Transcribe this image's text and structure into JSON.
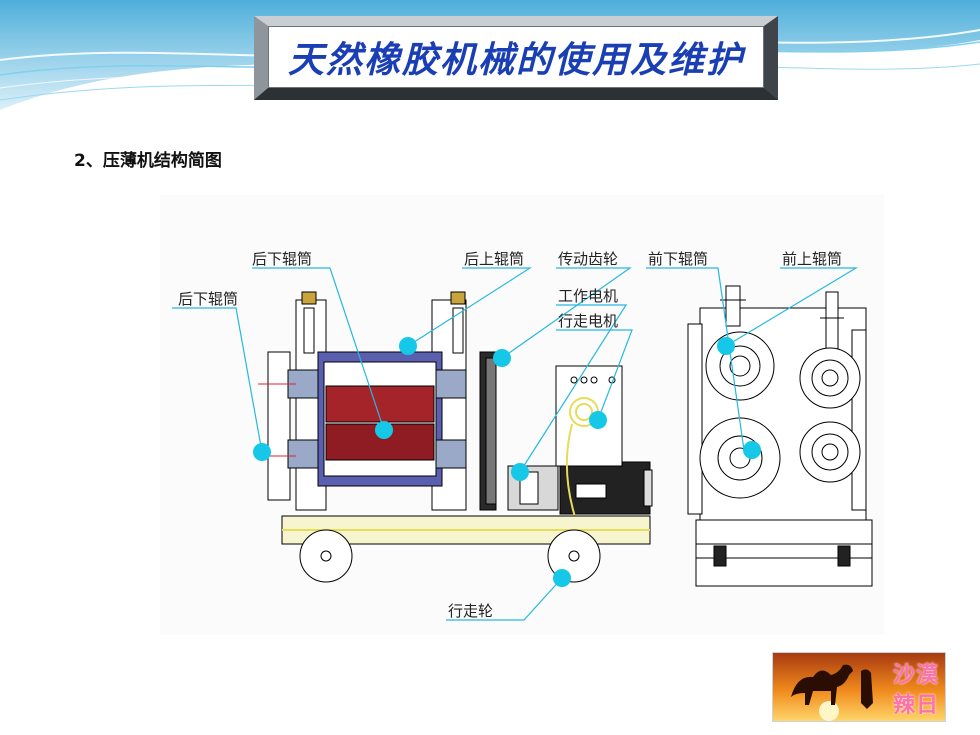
{
  "slide": {
    "title": "天然橡胶机械的使用及维护",
    "subtitle": "2、压薄机结构简图"
  },
  "diagram": {
    "labels": {
      "rear_lower_roller_top": "后下辊筒",
      "rear_lower_roller_left": "后下辊筒",
      "rear_upper_roller": "后上辊筒",
      "drive_gear": "传动齿轮",
      "front_lower_roller": "前下辊筒",
      "front_upper_roller": "前上辊筒",
      "working_motor": "工作电机",
      "travel_motor": "行走电机",
      "travel_wheel": "行走轮"
    },
    "colors": {
      "marker": "#15c8e8",
      "leader_line": "#25b9e0",
      "drawing_line": "#000000",
      "roller_fill": "#a5242a",
      "gear_fill": "#222222"
    }
  },
  "logo": {
    "text_top": "沙漠",
    "text_bottom": "辣日",
    "icon": "camel-sunset-icon"
  }
}
